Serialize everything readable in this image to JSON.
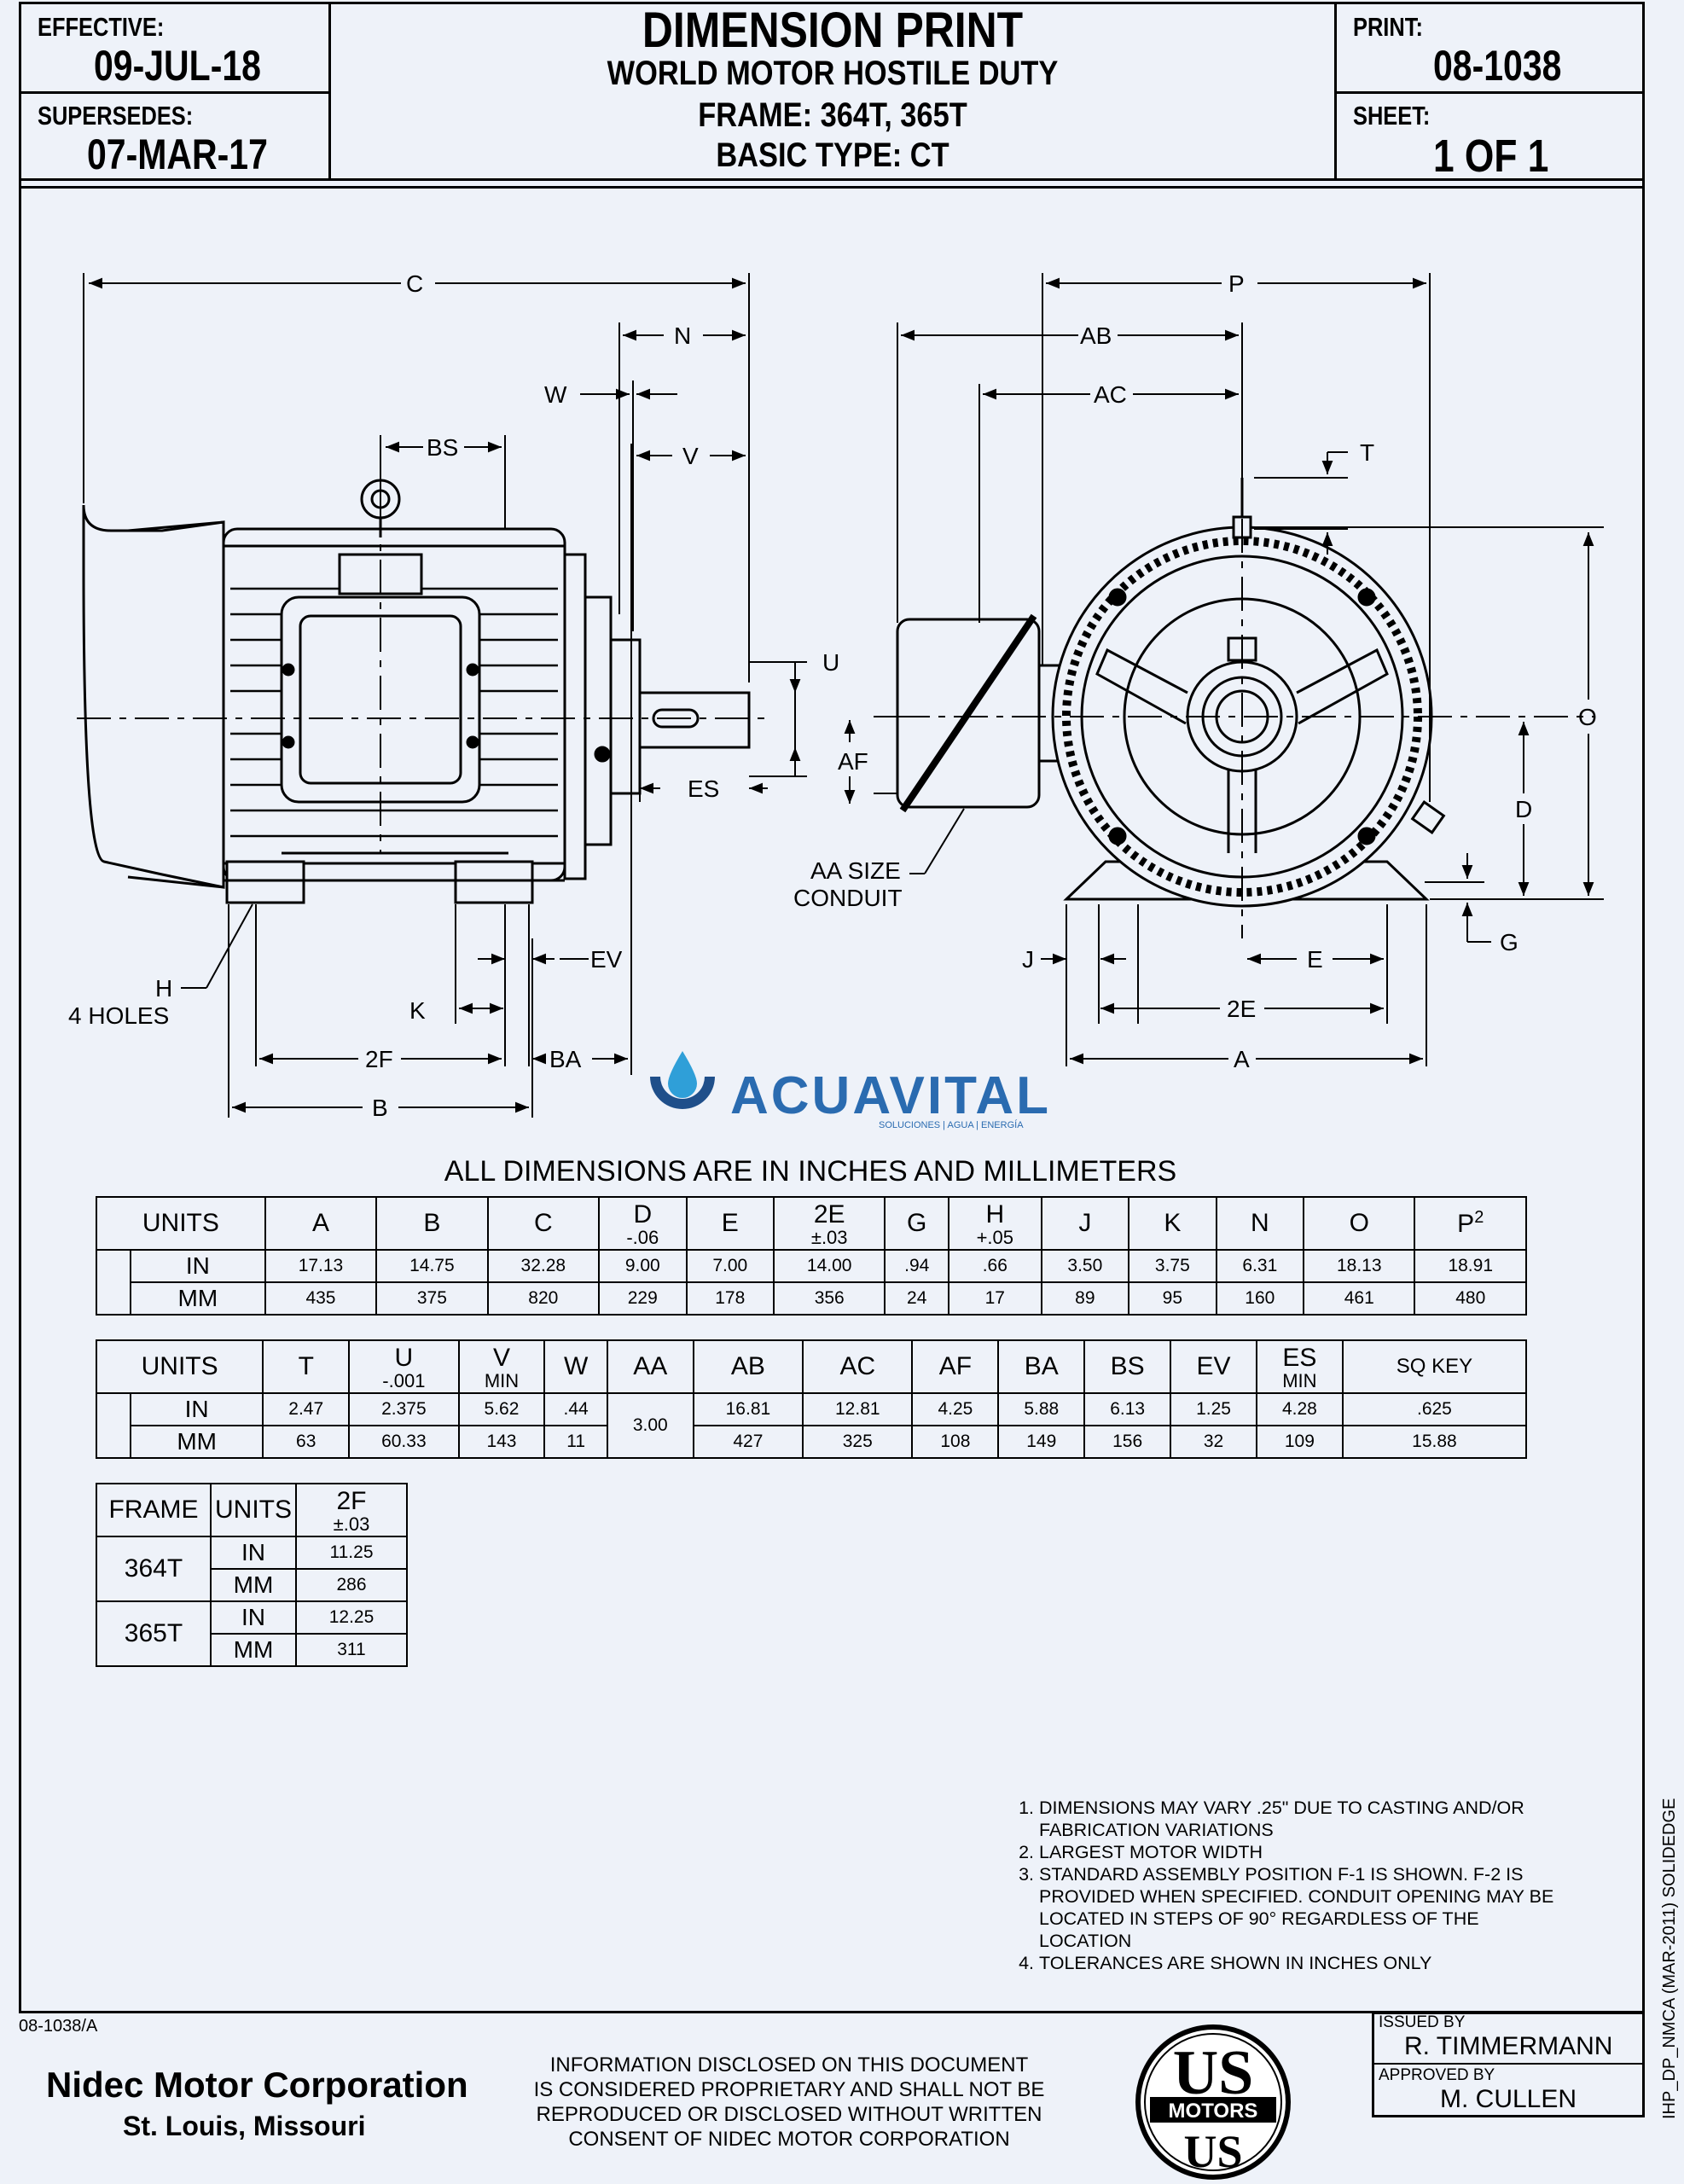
{
  "header": {
    "effective_label": "EFFECTIVE:",
    "effective_date": "09-JUL-18",
    "supersedes_label": "SUPERSEDES:",
    "supersedes_date": "07-MAR-17",
    "title": "DIMENSION PRINT",
    "subtitle1": "WORLD MOTOR HOSTILE DUTY",
    "subtitle2": "FRAME: 364T, 365T",
    "subtitle3": "BASIC TYPE: CT",
    "print_label": "PRINT:",
    "print_number": "08-1038",
    "sheet_label": "SHEET:",
    "sheet_value": "1 OF 1"
  },
  "drawing": {
    "side_labels": {
      "C": "C",
      "N": "N",
      "W": "W",
      "BS": "BS",
      "V": "V",
      "U": "U",
      "ES": "ES",
      "EV": "EV",
      "K": "K",
      "BA": "BA",
      "F2": "2F",
      "B": "B",
      "H": "H",
      "holes": "4 HOLES"
    },
    "end_labels": {
      "P": "P",
      "AB": "AB",
      "AC": "AC",
      "T": "T",
      "O": "O",
      "AF": "AF",
      "D": "D",
      "G": "G",
      "J": "J",
      "E": "E",
      "E2": "2E",
      "A": "A",
      "aa1": "AA SIZE",
      "aa2": "CONDUIT"
    }
  },
  "logo": {
    "name": "ACUAVITAL",
    "tagline": "SOLUCIONES | AGUA | ENERGÍA",
    "colors": {
      "blue": "#2a6bb0",
      "light": "#2f9fd8"
    }
  },
  "units_note": "ALL DIMENSIONS ARE IN INCHES AND MILLIMETERS",
  "table1": {
    "units_label": "UNITS",
    "headers": [
      {
        "main": "A",
        "sub": ""
      },
      {
        "main": "B",
        "sub": ""
      },
      {
        "main": "C",
        "sub": ""
      },
      {
        "main": "D",
        "sub": "-.06"
      },
      {
        "main": "E",
        "sub": ""
      },
      {
        "main": "2E",
        "sub": "±.03"
      },
      {
        "main": "G",
        "sub": ""
      },
      {
        "main": "H",
        "sub": "+.05"
      },
      {
        "main": "J",
        "sub": ""
      },
      {
        "main": "K",
        "sub": ""
      },
      {
        "main": "N",
        "sub": ""
      },
      {
        "main": "O",
        "sub": ""
      },
      {
        "main": "P",
        "sub": "2"
      }
    ],
    "in_label": "IN",
    "mm_label": "MM",
    "in": [
      "17.13",
      "14.75",
      "32.28",
      "9.00",
      "7.00",
      "14.00",
      ".94",
      ".66",
      "3.50",
      "3.75",
      "6.31",
      "18.13",
      "18.91"
    ],
    "mm": [
      "435",
      "375",
      "820",
      "229",
      "178",
      "356",
      "24",
      "17",
      "89",
      "95",
      "160",
      "461",
      "480"
    ]
  },
  "table2": {
    "units_label": "UNITS",
    "headers": [
      {
        "main": "T",
        "sub": ""
      },
      {
        "main": "U",
        "sub": "-.001"
      },
      {
        "main": "V",
        "sub": "MIN"
      },
      {
        "main": "W",
        "sub": ""
      },
      {
        "main": "AA",
        "sub": ""
      },
      {
        "main": "AB",
        "sub": ""
      },
      {
        "main": "AC",
        "sub": ""
      },
      {
        "main": "AF",
        "sub": ""
      },
      {
        "main": "BA",
        "sub": ""
      },
      {
        "main": "BS",
        "sub": ""
      },
      {
        "main": "EV",
        "sub": ""
      },
      {
        "main": "ES",
        "sub": "MIN"
      },
      {
        "main": "SQ KEY",
        "sub": ""
      }
    ],
    "in_label": "IN",
    "mm_label": "MM",
    "in": [
      "2.47",
      "2.375",
      "5.62",
      ".44",
      "3.00",
      "16.81",
      "12.81",
      "4.25",
      "5.88",
      "6.13",
      "1.25",
      "4.28",
      ".625"
    ],
    "mm": [
      "63",
      "60.33",
      "143",
      "11",
      "",
      "427",
      "325",
      "108",
      "149",
      "156",
      "32",
      "109",
      "15.88"
    ]
  },
  "table3": {
    "headers": [
      "FRAME",
      "UNITS",
      "2F"
    ],
    "tol": "±.03",
    "rows": [
      {
        "frame": "364T",
        "in": "11.25",
        "mm": "286"
      },
      {
        "frame": "365T",
        "in": "12.25",
        "mm": "311"
      }
    ],
    "in_label": "IN",
    "mm_label": "MM"
  },
  "notes": [
    "DIMENSIONS MAY VARY .25\" DUE TO CASTING AND/OR FABRICATION VARIATIONS",
    "LARGEST MOTOR WIDTH",
    "STANDARD ASSEMBLY POSITION F-1 IS SHOWN.  F-2 IS PROVIDED WHEN SPECIFIED.  CONDUIT OPENING MAY BE LOCATED IN STEPS OF 90° REGARDLESS OF THE LOCATION",
    "TOLERANCES ARE SHOWN IN INCHES ONLY"
  ],
  "footer": {
    "doc_ref": "08-1038/A",
    "company": "Nidec Motor Corporation",
    "city": "St. Louis, Missouri",
    "disclaimer": [
      "INFORMATION DISCLOSED ON THIS DOCUMENT",
      "IS CONSIDERED PROPRIETARY AND SHALL NOT BE",
      "REPRODUCED OR DISCLOSED WITHOUT WRITTEN",
      "CONSENT OF NIDEC MOTOR CORPORATION"
    ],
    "us_motors_logo": "US MOTORS",
    "motors_word": "MOTORS",
    "issued_label": "ISSUED BY",
    "issued_by": "R. TIMMERMANN",
    "approved_label": "APPROVED BY",
    "approved_by": "M. CULLEN",
    "side_code": "IHP_DP_NMCA (MAR-2011) SOLIDEDGE"
  }
}
